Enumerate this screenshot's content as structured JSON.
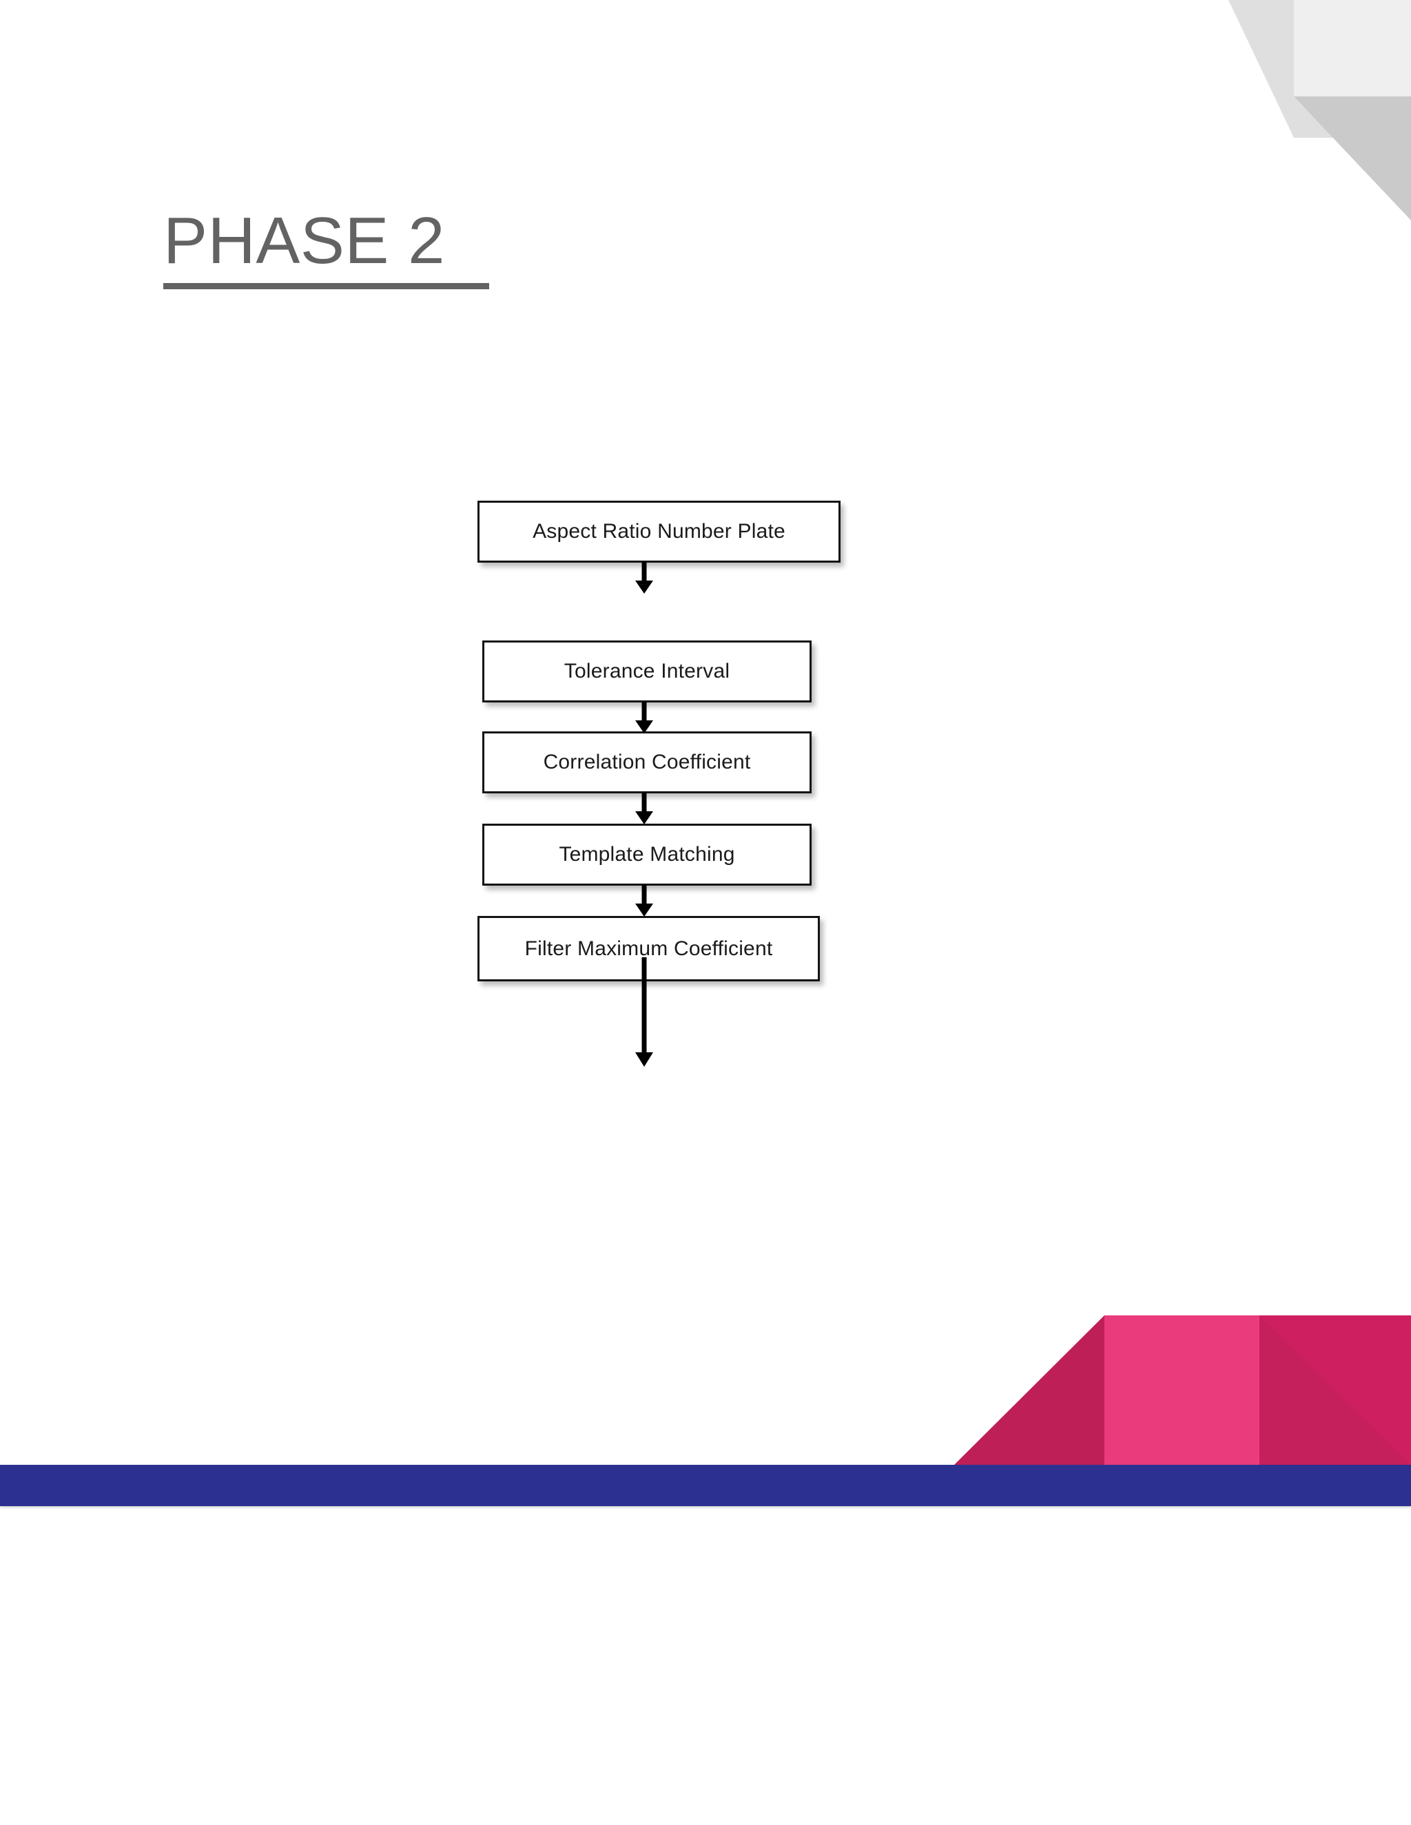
{
  "slide": {
    "title": "PHASE 2",
    "background_color": "#FFFFFF"
  },
  "decorations": {
    "top_right": {
      "name": "corner-triangles-gray",
      "colors": [
        "#DFDFDF",
        "#EFEFEF",
        "#CACACA"
      ]
    },
    "bottom_right": {
      "name": "corner-blocks-pink",
      "colors": [
        "#BE1F57",
        "#EA3C7D",
        "#CE2060"
      ]
    },
    "footer_band": {
      "name": "footer-band-blue",
      "color": "#2C3191"
    }
  },
  "flowchart": {
    "type": "vertical-sequence",
    "node_border_color": "#141414",
    "node_fill_color": "#FFFFFF",
    "arrow_color": "#000000",
    "nodes": [
      {
        "id": "aspect-ratio-number-plate",
        "label": "Aspect Ratio Number Plate"
      },
      {
        "id": "tolerance-interval",
        "label": "Tolerance Interval"
      },
      {
        "id": "correlation-coefficient",
        "label": "Correlation Coefficient"
      },
      {
        "id": "template-matching",
        "label": "Template Matching"
      },
      {
        "id": "filter-maximum-coefficient",
        "label": "Filter Maximum Coefficient"
      }
    ],
    "edges": [
      {
        "from": "aspect-ratio-number-plate",
        "to": "tolerance-interval"
      },
      {
        "from": "tolerance-interval",
        "to": "correlation-coefficient"
      },
      {
        "from": "correlation-coefficient",
        "to": "template-matching"
      },
      {
        "from": "template-matching",
        "to": "filter-maximum-coefficient"
      },
      {
        "from": "filter-maximum-coefficient",
        "to": null
      }
    ]
  }
}
